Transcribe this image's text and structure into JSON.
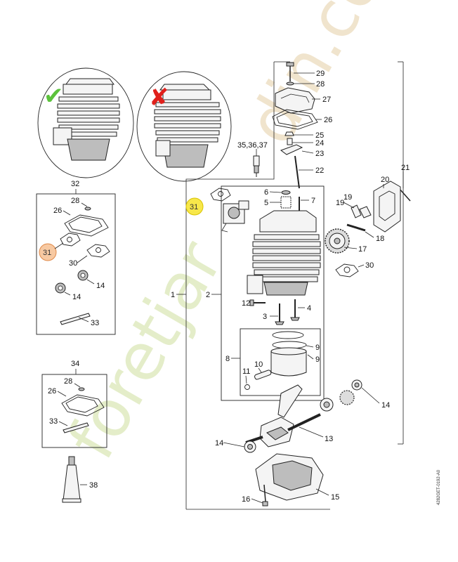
{
  "watermark": {
    "part1": "foretjar",
    "part2": "din.com"
  },
  "circles": {
    "correct": {
      "symbol": "✔",
      "color": "#5cc23c"
    },
    "wrong": {
      "symbol": "✘",
      "color": "#e0201b"
    }
  },
  "highlights": {
    "top": {
      "label": "31",
      "fill": "#f7e74a",
      "stroke": "#d8c300"
    },
    "left": {
      "label": "31",
      "fill": "#f7c9a2",
      "stroke": "#e08a4a"
    }
  },
  "callouts": {
    "c29": "29",
    "c28": "28",
    "c27": "27",
    "c26": "26",
    "c25": "25",
    "c24": "24",
    "c23": "23",
    "c22": "22",
    "c353637": "35,36,37",
    "c21": "21",
    "c20": "20",
    "c19a": "19",
    "c19b": "19",
    "c18": "18",
    "c17": "17",
    "c30": "30",
    "c6": "6",
    "c7": "7",
    "c5": "5",
    "c1": "1",
    "c2": "2",
    "c12": "12",
    "c3": "3",
    "c4": "4",
    "c8": "8",
    "c9a": "9",
    "c9b": "9",
    "c10": "10",
    "c11": "11",
    "c13": "13",
    "c14r": "14",
    "c14l": "14",
    "c15": "15",
    "c16": "16",
    "k32": "32",
    "k28": "28",
    "k26": "26",
    "k30": "30",
    "k14a": "14",
    "k14b": "14",
    "k33": "33",
    "m34": "34",
    "m28": "28",
    "m26": "26",
    "m33": "33",
    "m38": "38"
  },
  "figure_code": "4282GET-0192-A0"
}
